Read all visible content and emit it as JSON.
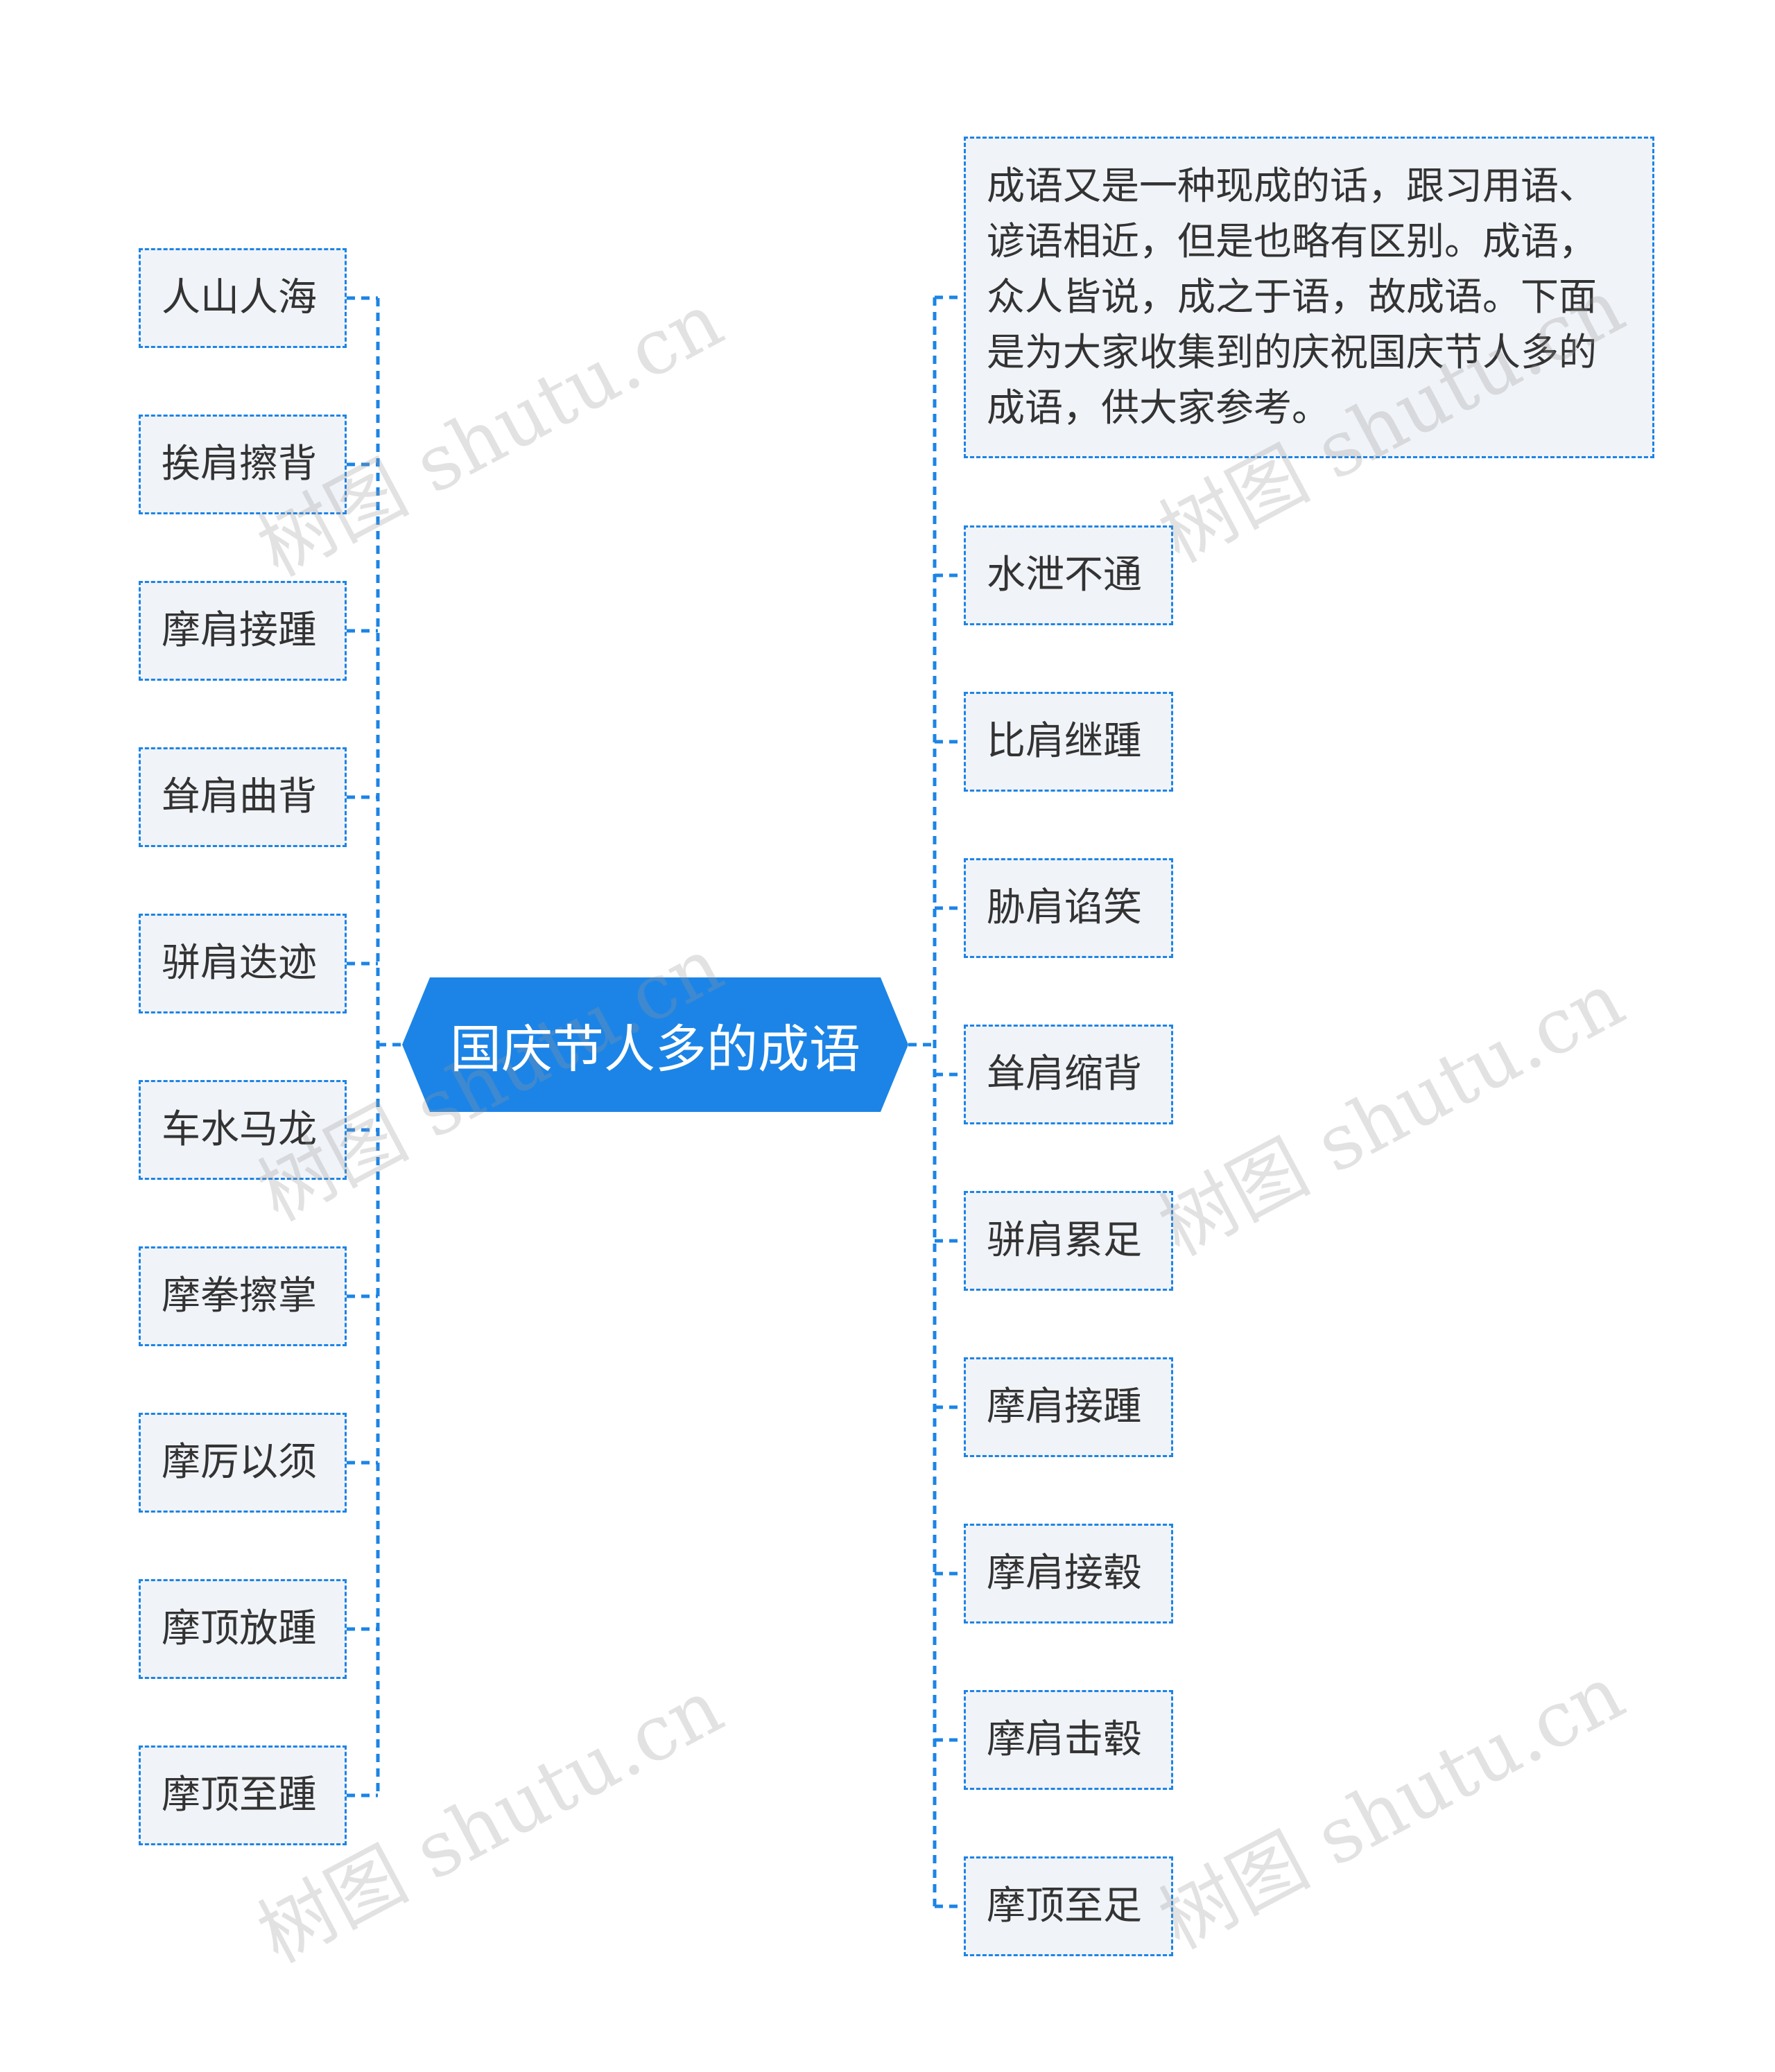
{
  "root": {
    "label": "国庆节人多的成语"
  },
  "left_nodes": [
    "人山人海",
    "挨肩擦背",
    "摩肩接踵",
    "耸肩曲背",
    "骈肩迭迹",
    "车水马龙",
    "摩拳擦掌",
    "摩厉以须",
    "摩顶放踵",
    "摩顶至踵"
  ],
  "right_description": "成语又是一种现成的话，跟习用语、谚语相近，但是也略有区别。成语，众人皆说，成之于语，故成语。下面是为大家收集到的庆祝国庆节人多的成语，供大家参考。",
  "right_nodes": [
    "水泄不通",
    "比肩继踵",
    "胁肩谄笑",
    "耸肩缩背",
    "骈肩累足",
    "摩肩接踵",
    "摩肩接毂",
    "摩肩击毂",
    "摩顶至足"
  ],
  "watermark": "树图 shutu.cn",
  "colors": {
    "accent": "#1c84e6",
    "node_bg": "#f0f3f7",
    "text": "#333333"
  }
}
